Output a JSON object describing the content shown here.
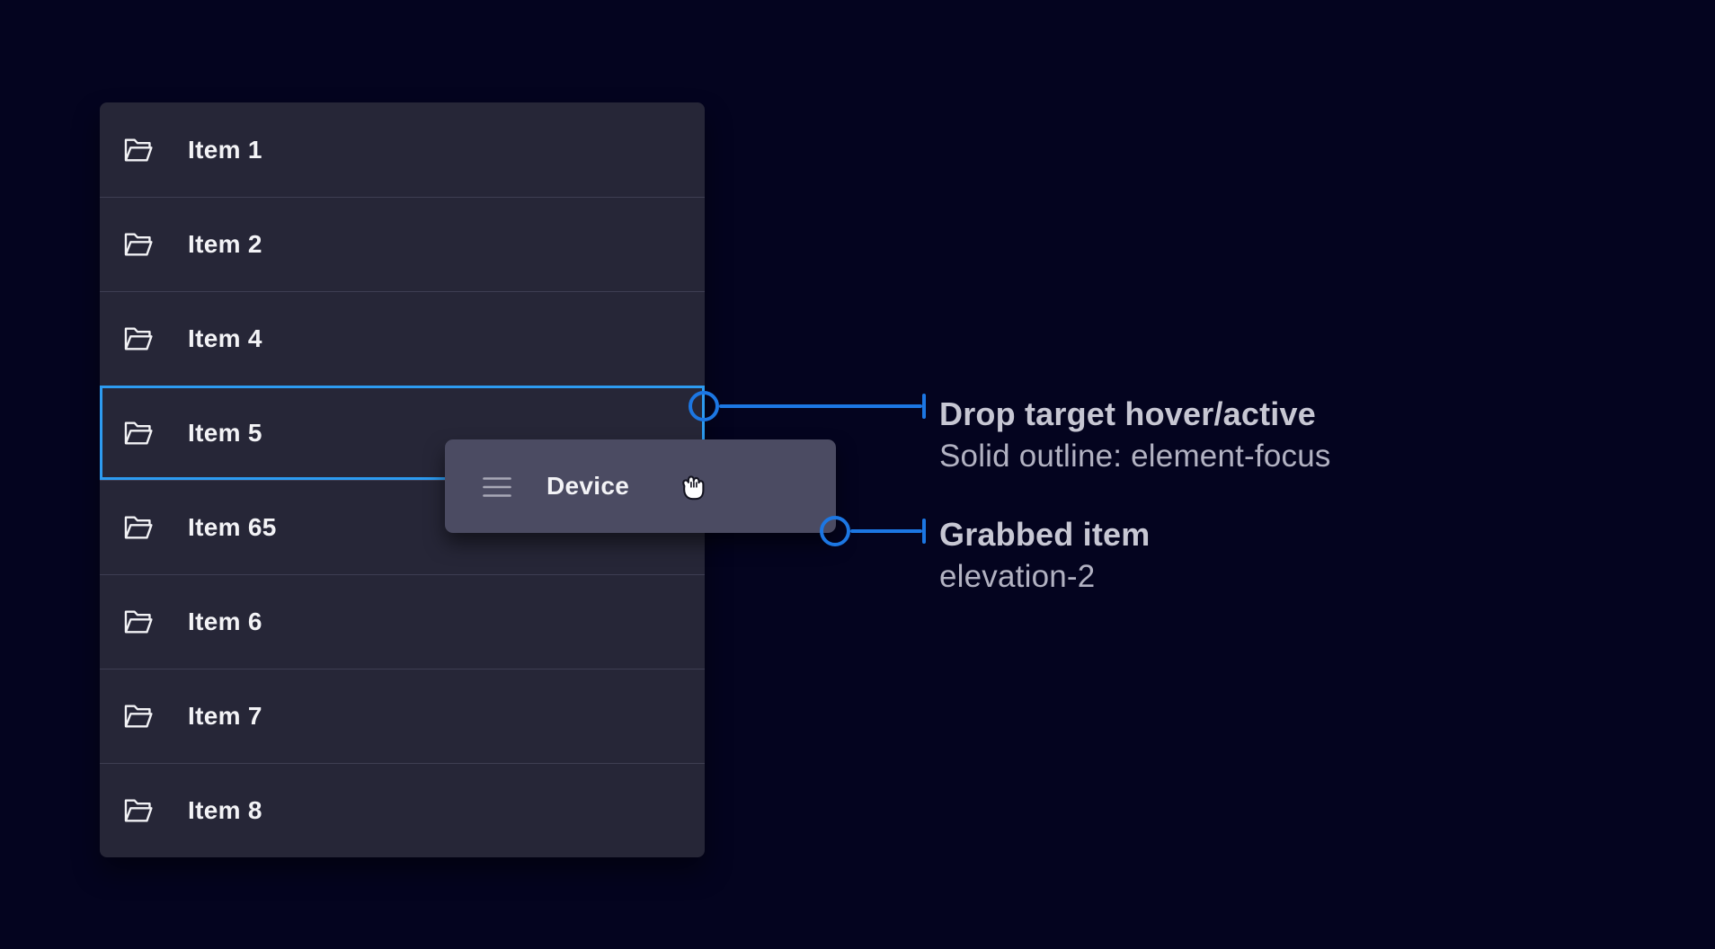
{
  "colors": {
    "background": "#04041f",
    "surface": "#262637",
    "divider": "#3e3e52",
    "card": "#4b4b62",
    "focus": "#2d9bf0",
    "accent": "#1c77e3",
    "text-primary": "#f3f3f6",
    "text-title": "#c7c7d3",
    "text-secondary": "#b2b2c2",
    "icon": "#f2f2f5",
    "handle": "#a8a8b6"
  },
  "list": {
    "icon": "folder-open-icon",
    "items": [
      {
        "label": "Item 1"
      },
      {
        "label": "Item 2"
      },
      {
        "label": "Item 4"
      },
      {
        "label": "Item 5"
      },
      {
        "label": "Item 65"
      },
      {
        "label": "Item 6"
      },
      {
        "label": "Item 7"
      },
      {
        "label": "Item 8"
      }
    ]
  },
  "drop_target": {
    "index": 3,
    "item_label": "Item 5"
  },
  "drag_card": {
    "label": "Device",
    "handle_icon": "drag-handle-icon",
    "cursor_icon": "grabbing-hand-cursor-icon"
  },
  "annotations": [
    {
      "title": "Drop target hover/active",
      "subtitle": "Solid outline: element-focus"
    },
    {
      "title": "Grabbed item",
      "subtitle": "elevation-2"
    }
  ]
}
